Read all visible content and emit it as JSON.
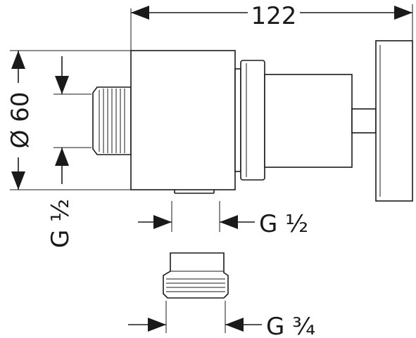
{
  "dimensions": {
    "overall_length": "122",
    "diameter": "Ø 60",
    "inlet_thread": "G ½",
    "outlet_thread": "G ½",
    "adapter_thread": "G ¾"
  },
  "colors": {
    "line": "#1a1a1a",
    "background": "#ffffff"
  }
}
